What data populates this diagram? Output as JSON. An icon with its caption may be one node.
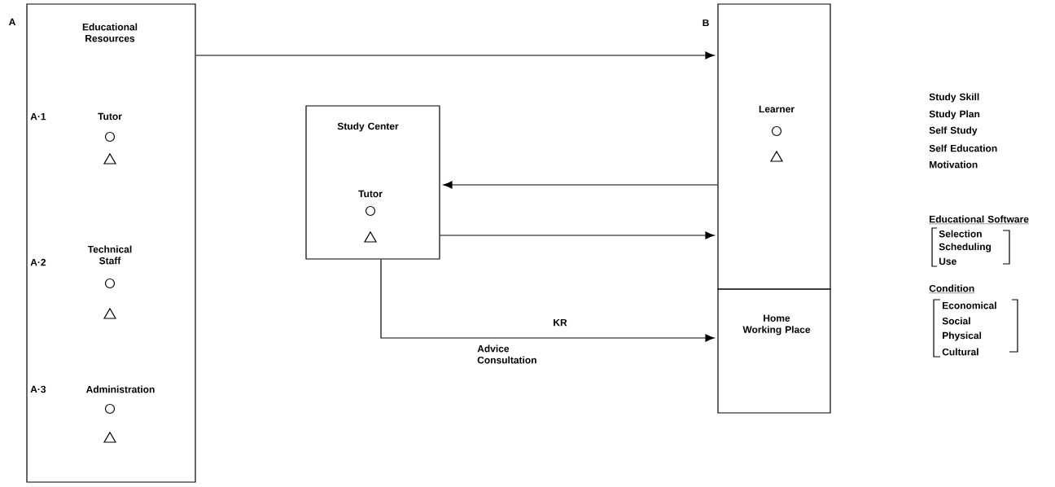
{
  "diagram": {
    "nodes": [
      {
        "text": [
          "Educational Resources"
        ],
        "beside": [
          "A"
        ]
      },
      {
        "text": [
          "Tutor"
        ],
        "in": 0
      },
      {
        "text": [
          "Technical Staff"
        ],
        "in": 0
      },
      {
        "text": [
          "Administration"
        ],
        "in": 0
      },
      {
        "text": [
          "Study Center"
        ]
      },
      {
        "text": [
          "Tutor"
        ],
        "in": 4
      },
      {
        "text": [
          "Learner"
        ],
        "beside": [
          "B"
        ]
      },
      {
        "text": [
          "Home Working Place"
        ]
      }
    ],
    "edges": [
      {
        "from": 0,
        "to": 6,
        "arrow": "to"
      },
      {
        "from": 6,
        "to": 4,
        "arrow": "to"
      },
      {
        "from": 4,
        "to": 6,
        "arrow": "to"
      },
      {
        "from": 4,
        "to": 7,
        "arrow": "to",
        "label": "KR"
      }
    ],
    "labels": [
      "A·1",
      "A·2",
      "A·3",
      "Advice Consultation",
      "Study Skill",
      "Study Plan",
      "Self Study",
      "Self Education",
      "Motivation",
      "Educational Software",
      "Selection",
      "Scheduling",
      "Use",
      "Condition",
      "Economical",
      "Social",
      "Physical",
      "Cultural"
    ]
  }
}
